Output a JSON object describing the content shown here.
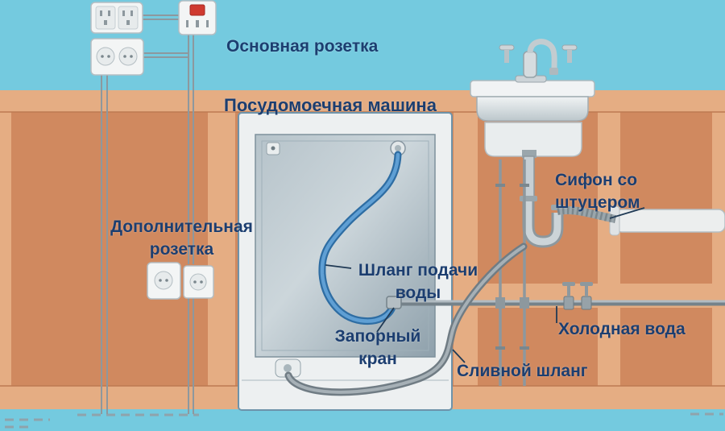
{
  "diagram": {
    "subject": "dishwasher-installation-scheme",
    "labels": {
      "main_socket": "Основная розетка",
      "dishwasher": "Посудомоечная машина",
      "extra_socket": "Дополнительная\nрозетка",
      "supply_hose": "Шланг подачи\nводы",
      "shutoff_valve": "Запорный\nкран",
      "drain_hose": "Сливной шланг",
      "cold_water": "Холодная вода",
      "siphon": "Сифон со\nштуцером"
    },
    "palette": {
      "wall_blue": "#74cadf",
      "cabinet_tan": "#d0895f",
      "cabinet_tan_light": "#e5ad83",
      "label_text": "#1c3e70",
      "hose_blue": "#5f9fd4",
      "drain_gray": "#707c84",
      "metal_gray": "#9aa6ac",
      "socket_white": "#f3f5f5",
      "switch_red": "#cf3a30"
    }
  }
}
